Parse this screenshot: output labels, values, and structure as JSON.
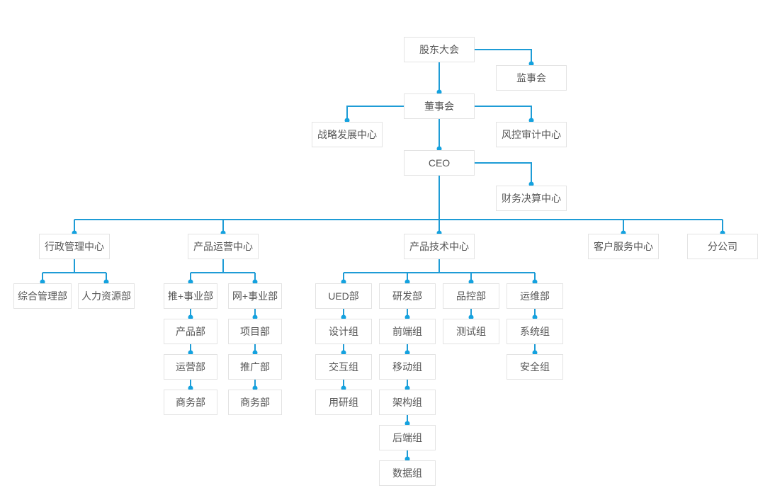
{
  "colors": {
    "connector_line": "#1e9cd6",
    "connector_dot": "#14a2df",
    "node_border": "#e3e3e3",
    "node_background": "#ffffff",
    "node_text": "#555555",
    "page_background": "#ffffff"
  },
  "nodes": {
    "shareholders": {
      "label": "股东大会"
    },
    "supervisory": {
      "label": "监事会"
    },
    "board": {
      "label": "董事会"
    },
    "strategy": {
      "label": "战略发展中心"
    },
    "risk_audit": {
      "label": "风控审计中心"
    },
    "ceo": {
      "label": "CEO"
    },
    "finance": {
      "label": "财务决算中心"
    },
    "admin_center": {
      "label": "行政管理中心"
    },
    "ops_center": {
      "label": "产品运营中心"
    },
    "tech_center": {
      "label": "产品技术中心"
    },
    "service_center": {
      "label": "客户服务中心"
    },
    "branch": {
      "label": "分公司"
    },
    "general_dept": {
      "label": "综合管理部"
    },
    "hr_dept": {
      "label": "人力资源部"
    },
    "tui_division": {
      "label": "推+事业部"
    },
    "wang_division": {
      "label": "网+事业部"
    },
    "product_dept": {
      "label": "产品部"
    },
    "operation_dept": {
      "label": "运营部"
    },
    "business_dept_tui": {
      "label": "商务部"
    },
    "project_dept": {
      "label": "项目部"
    },
    "promotion_dept": {
      "label": "推广部"
    },
    "business_dept_wang": {
      "label": "商务部"
    },
    "ued_dept": {
      "label": "UED部"
    },
    "design_group": {
      "label": "设计组"
    },
    "interaction_group": {
      "label": "交互组"
    },
    "user_research_group": {
      "label": "用研组"
    },
    "rd_dept": {
      "label": "研发部"
    },
    "frontend_group": {
      "label": "前端组"
    },
    "mobile_group": {
      "label": "移动组"
    },
    "architecture_group": {
      "label": "架构组"
    },
    "backend_group": {
      "label": "后端组"
    },
    "data_group": {
      "label": "数据组"
    },
    "qc_dept": {
      "label": "品控部"
    },
    "test_group": {
      "label": "测试组"
    },
    "om_dept": {
      "label": "运维部"
    },
    "system_group": {
      "label": "系统组"
    },
    "security_group": {
      "label": "安全组"
    }
  },
  "hierarchy": {
    "root": "shareholders",
    "edges": [
      [
        "shareholders",
        "supervisory"
      ],
      [
        "shareholders",
        "board"
      ],
      [
        "board",
        "strategy"
      ],
      [
        "board",
        "risk_audit"
      ],
      [
        "board",
        "ceo"
      ],
      [
        "ceo",
        "finance"
      ],
      [
        "ceo",
        "admin_center"
      ],
      [
        "ceo",
        "ops_center"
      ],
      [
        "ceo",
        "tech_center"
      ],
      [
        "ceo",
        "service_center"
      ],
      [
        "ceo",
        "branch"
      ],
      [
        "admin_center",
        "general_dept"
      ],
      [
        "admin_center",
        "hr_dept"
      ],
      [
        "ops_center",
        "tui_division"
      ],
      [
        "ops_center",
        "wang_division"
      ],
      [
        "tui_division",
        "product_dept"
      ],
      [
        "product_dept",
        "operation_dept"
      ],
      [
        "operation_dept",
        "business_dept_tui"
      ],
      [
        "wang_division",
        "project_dept"
      ],
      [
        "project_dept",
        "promotion_dept"
      ],
      [
        "promotion_dept",
        "business_dept_wang"
      ],
      [
        "tech_center",
        "ued_dept"
      ],
      [
        "tech_center",
        "rd_dept"
      ],
      [
        "tech_center",
        "qc_dept"
      ],
      [
        "tech_center",
        "om_dept"
      ],
      [
        "ued_dept",
        "design_group"
      ],
      [
        "design_group",
        "interaction_group"
      ],
      [
        "interaction_group",
        "user_research_group"
      ],
      [
        "rd_dept",
        "frontend_group"
      ],
      [
        "frontend_group",
        "mobile_group"
      ],
      [
        "mobile_group",
        "architecture_group"
      ],
      [
        "architecture_group",
        "backend_group"
      ],
      [
        "backend_group",
        "data_group"
      ],
      [
        "qc_dept",
        "test_group"
      ],
      [
        "om_dept",
        "system_group"
      ],
      [
        "system_group",
        "security_group"
      ]
    ]
  }
}
